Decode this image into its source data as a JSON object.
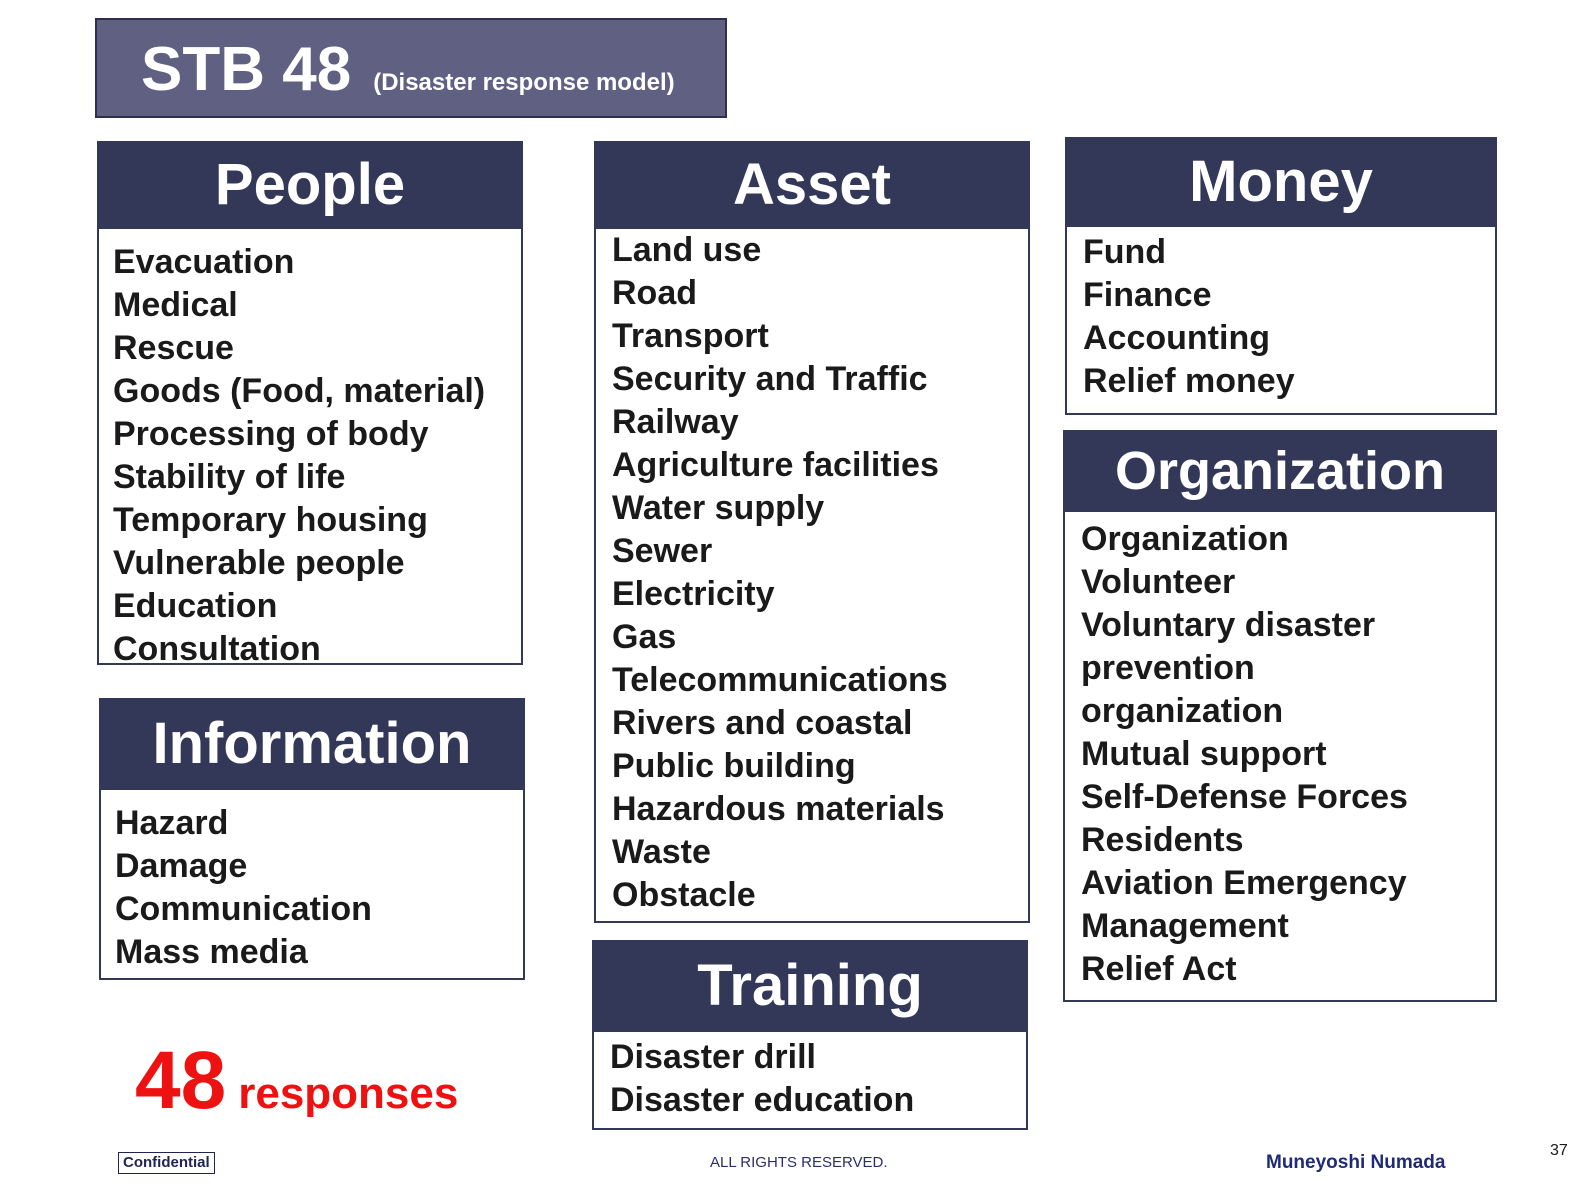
{
  "title": {
    "main": "STB 48",
    "sub": "(Disaster response model)"
  },
  "people": {
    "heading": "People",
    "items": [
      "Evacuation",
      "Medical",
      "Rescue",
      "Goods (Food, material)",
      "Processing of body",
      "Stability of life",
      "Temporary housing",
      "Vulnerable people",
      "Education",
      "Consultation"
    ]
  },
  "information": {
    "heading": "Information",
    "items": [
      "Hazard",
      "Damage",
      "Communication",
      "Mass media"
    ]
  },
  "asset": {
    "heading": "Asset",
    "items": [
      "Land use",
      "Road",
      "Transport",
      "Security and Traffic",
      "Railway",
      "Agriculture facilities",
      "Water supply",
      "Sewer",
      "Electricity",
      "Gas",
      "Telecommunications",
      "Rivers and coastal",
      "Public building",
      "Hazardous materials",
      "Waste",
      "Obstacle"
    ]
  },
  "training": {
    "heading": "Training",
    "items": [
      "Disaster drill",
      "Disaster education"
    ]
  },
  "money": {
    "heading": "Money",
    "items": [
      "Fund",
      "Finance",
      "Accounting",
      "Relief money"
    ]
  },
  "organization": {
    "heading": "Organization",
    "items": [
      "Organization",
      "Volunteer",
      "Voluntary disaster",
      "prevention",
      "organization",
      "Mutual support",
      "Self-Defense Forces",
      "Residents",
      "Aviation Emergency",
      "Management",
      "Relief Act"
    ]
  },
  "summary": {
    "number": "48",
    "label": "responses"
  },
  "footer": {
    "confidential": "Confidential",
    "rights": "ALL RIGHTS RESERVED.",
    "author": "Muneyoshi Numada",
    "page": "37"
  }
}
